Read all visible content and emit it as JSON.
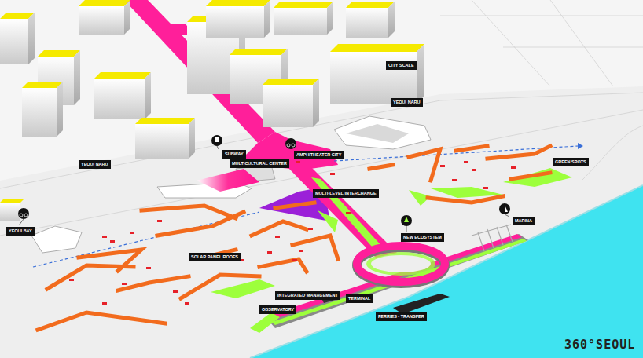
{
  "diagram": {
    "nodes": [
      {
        "text": [
          "CITY SCALE"
        ]
      },
      {
        "text": [
          "YEOUI NARU"
        ]
      },
      {
        "text": [
          "SUBWAY"
        ]
      },
      {
        "text": [
          "AMPHITHEATER CITY"
        ]
      },
      {
        "text": [
          "GREEN SPOTS"
        ]
      },
      {
        "text": [
          "MULTICULTURAL CENTER"
        ]
      },
      {
        "text": [
          "YEOUI NARU"
        ]
      },
      {
        "text": [
          "MULTI-LEVEL INTERCHANGE"
        ]
      },
      {
        "text": [
          "MARINA"
        ]
      },
      {
        "text": [
          "YEOUI BAY"
        ]
      },
      {
        "text": [
          "NEW ECOSYSTEM"
        ]
      },
      {
        "text": [
          "SOLAR PANEL ROOFS"
        ]
      },
      {
        "text": [
          "INTEGRATED MANAGEMENT"
        ]
      },
      {
        "text": [
          "TERMINAL"
        ]
      },
      {
        "text": [
          "OBSERVATORY"
        ]
      },
      {
        "text": [
          "FERRIES - TRANSFER"
        ]
      }
    ],
    "labels": [
      "360°SEOUL"
    ]
  }
}
